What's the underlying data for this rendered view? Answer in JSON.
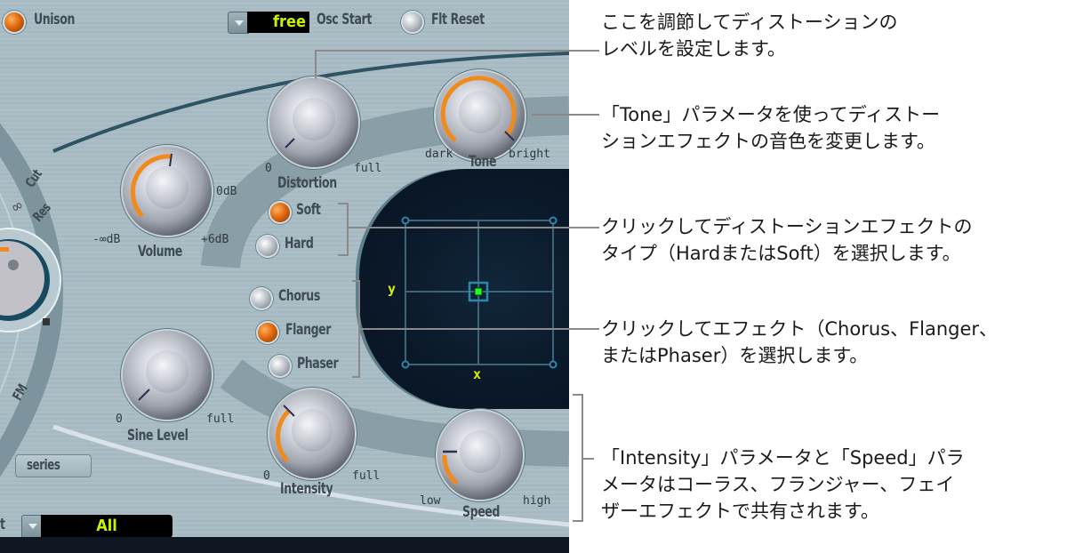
{
  "plugin": {
    "top_bar": {
      "unison_label": "Unison",
      "unison_state": "on",
      "osc_start_value": "free",
      "osc_start_label": "Osc Start",
      "flt_reset_label": "Flt Reset",
      "flt_reset_state": "off"
    },
    "filter_section": {
      "cut_label": "Cut",
      "res_label": "Res",
      "fm_label": "FM",
      "series_button": "series"
    },
    "knobs": {
      "volume": {
        "label": "Volume",
        "min": "-∞dB",
        "mid": "0dB",
        "max": "+6dB"
      },
      "distortion": {
        "label": "Distortion",
        "min": "0",
        "max": "full"
      },
      "tone": {
        "label": "Tone",
        "min": "dark",
        "max": "bright"
      },
      "sine_level": {
        "label": "Sine Level",
        "min": "0",
        "max": "full"
      },
      "intensity": {
        "label": "Intensity",
        "min": "0",
        "max": "full"
      },
      "speed": {
        "label": "Speed",
        "min": "low",
        "max": "high"
      }
    },
    "distortion_type": {
      "options": [
        {
          "label": "Soft",
          "state": "on"
        },
        {
          "label": "Hard",
          "state": "off"
        }
      ]
    },
    "effect_type": {
      "options": [
        {
          "label": "Chorus",
          "state": "off"
        },
        {
          "label": "Flanger",
          "state": "on"
        },
        {
          "label": "Phaser",
          "state": "off"
        }
      ]
    },
    "xy_pad": {
      "x_label": "x",
      "y_label": "y"
    },
    "bottom_bar": {
      "partial_label": "t",
      "value": "All"
    },
    "colors": {
      "accent_orange": "#f08a1c",
      "display_text": "#c8f200",
      "xy_point": "#22ff22"
    }
  },
  "annotations": [
    {
      "id": "distortion",
      "text": "ここを調節してディストーションの\nレベルを設定します。"
    },
    {
      "id": "tone",
      "text": "「Tone」パラメータを使ってディストー\nションエフェクトの音色を変更します。"
    },
    {
      "id": "distortion-type",
      "text": "クリックしてディストーションエフェクトの\nタイプ（HardまたはSoft）を選択します。"
    },
    {
      "id": "effect-type",
      "text": "クリックしてエフェクト（Chorus、Flanger、\nまたはPhaser）を選択します。"
    },
    {
      "id": "intensity-speed",
      "text": "「Intensity」パラメータと「Speed」パラ\nメータはコーラス、フランジャー、フェイ\nザーエフェクトで共有されます。"
    }
  ]
}
